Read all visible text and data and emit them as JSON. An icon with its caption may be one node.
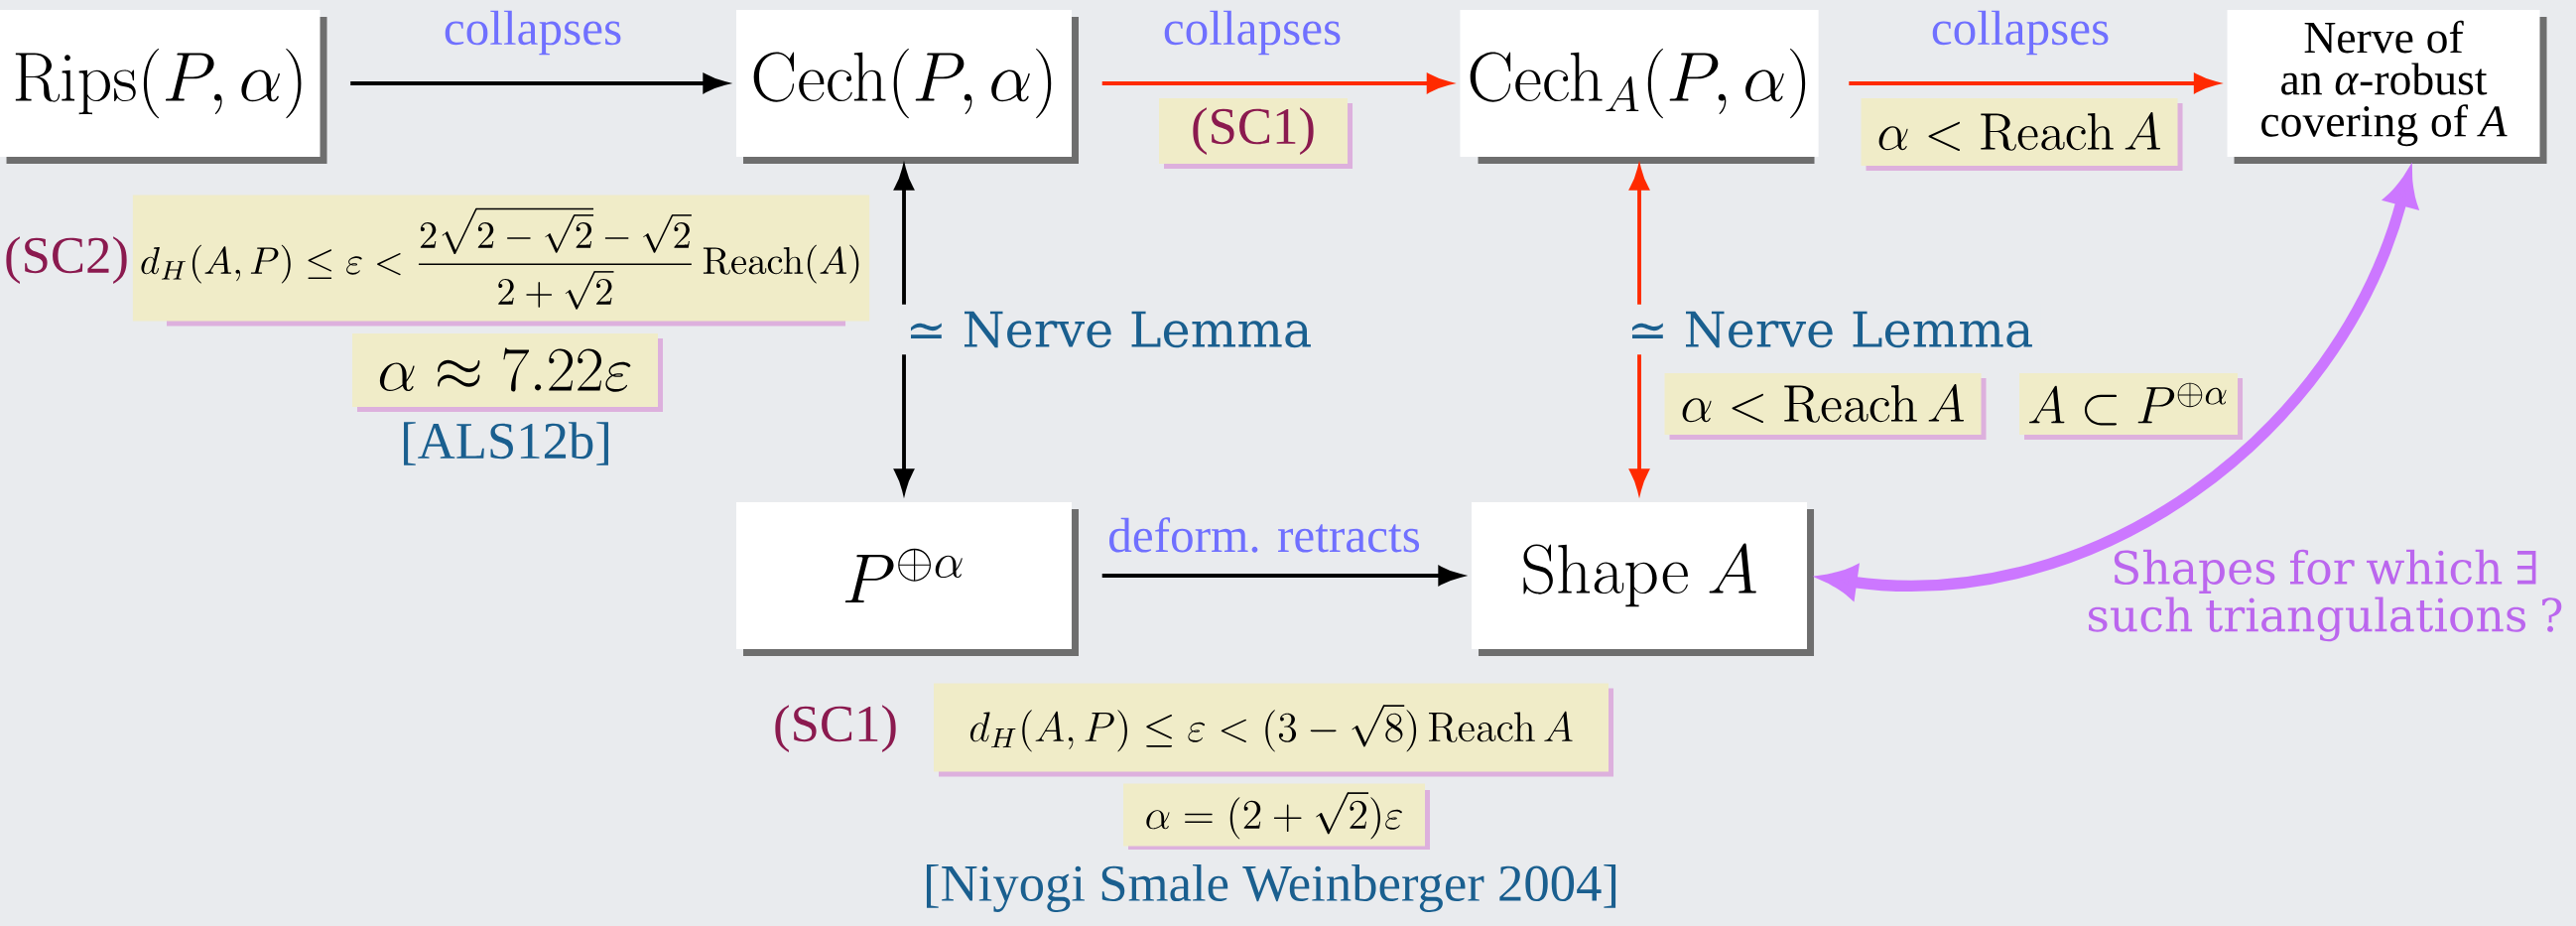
{
  "diagram": {
    "nodes": [
      {
        "text": [
          "\\mathrm{Rips}(P,\\alpha)"
        ]
      },
      {
        "text": [
          "\\mathrm{Cech}(P,\\alpha)"
        ]
      },
      {
        "text": [
          "\\mathrm{Cech}_A(P,\\alpha)"
        ]
      },
      {
        "text": [
          "Nerve of an *α*-robust covering of *A*"
        ]
      },
      {
        "text": [
          "P^{\\oplus\\alpha}"
        ]
      },
      {
        "text": [
          "\\mathrm{Shape}\\ A"
        ]
      },
      {
        "text": [
          "(SC1)"
        ]
      },
      {
        "text": [
          "\\alpha<\\mathrm{Reach}\\,A"
        ]
      },
      {
        "text": [
          "d_H(A,P)\\leq\\varepsilon<\\dfrac{2\\sqrt{2-\\sqrt{2}}-\\sqrt{2}}{2+\\sqrt{2}}\\,\\mathrm{Reach}(A)"
        ]
      },
      {
        "text": [
          "\\alpha\\approx 7.22\\varepsilon"
        ]
      },
      {
        "text": [
          "\\alpha<\\mathrm{Reach}\\,A"
        ]
      },
      {
        "text": [
          "A\\subset P^{\\oplus\\alpha}"
        ]
      },
      {
        "text": [
          "d_H(A,P)\\leq\\varepsilon<(3-\\sqrt{8})\\,\\mathrm{Reach}\\,A"
        ]
      },
      {
        "text": [
          "\\alpha=(2+\\sqrt{2})\\varepsilon"
        ]
      }
    ],
    "edges": [
      {
        "from": 0,
        "to": 1,
        "arrow": "to",
        "label": "collapses"
      },
      {
        "from": 1,
        "to": 2,
        "arrow": "to",
        "label": "collapses",
        "color": "#ff2a00"
      },
      {
        "from": 2,
        "to": 3,
        "arrow": "to",
        "label": "collapses",
        "color": "#ff2a00"
      },
      {
        "from": 1,
        "to": 4,
        "arrow": "both",
        "label": "≃ Nerve Lemma"
      },
      {
        "from": 2,
        "to": 5,
        "arrow": "both",
        "label": "≃ Nerve Lemma",
        "color": "#ff2a00"
      },
      {
        "from": 4,
        "to": 5,
        "arrow": "to",
        "label": "deform. retracts"
      },
      {
        "from": 3,
        "to": 5,
        "arrow": "both",
        "style": "thick",
        "color": "#cc77ff"
      }
    ],
    "labels": [
      "(SC2)",
      "[ALS12b]",
      "Shapes for which ∃ such triangulations ?",
      "(SC1)",
      "[Niyogi Smale Weinberger 2004]"
    ]
  }
}
